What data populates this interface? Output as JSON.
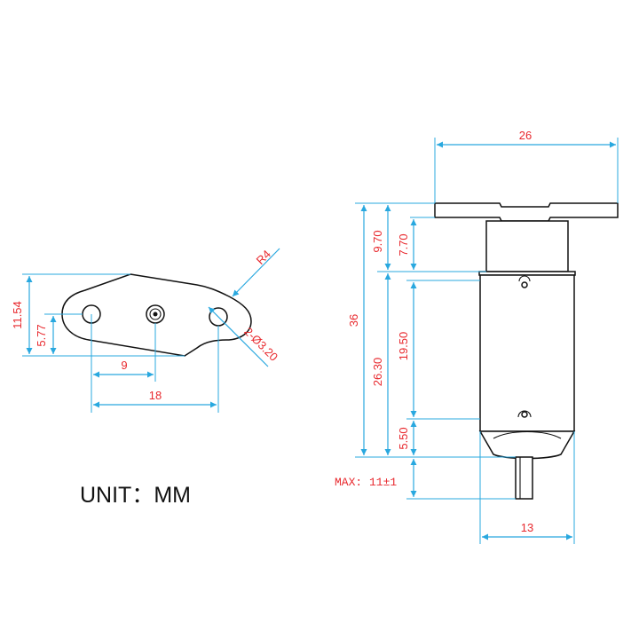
{
  "unit_label": "UNIT：MM",
  "flange_view": {
    "dim_height": "11.54",
    "dim_hole_offset": "5.77",
    "dim_center_to_shaft": "9",
    "dim_hole_spacing": "18",
    "dim_radius": "R4",
    "dim_hole_diameter": "2-Ø3.20"
  },
  "side_view": {
    "dim_flange_width": "26",
    "dim_overall_length": "36",
    "dim_gearbox_a": "9.70",
    "dim_gearbox_b": "7.70",
    "dim_body_long": "26.30",
    "dim_body": "19.50",
    "dim_end_cap": "5.50",
    "dim_shaft_max": "MAX: 11±1",
    "dim_body_width": "13"
  },
  "colors": {
    "dimension_line": "#29a8df",
    "dimension_text": "#e8292e",
    "outline": "#111111"
  }
}
